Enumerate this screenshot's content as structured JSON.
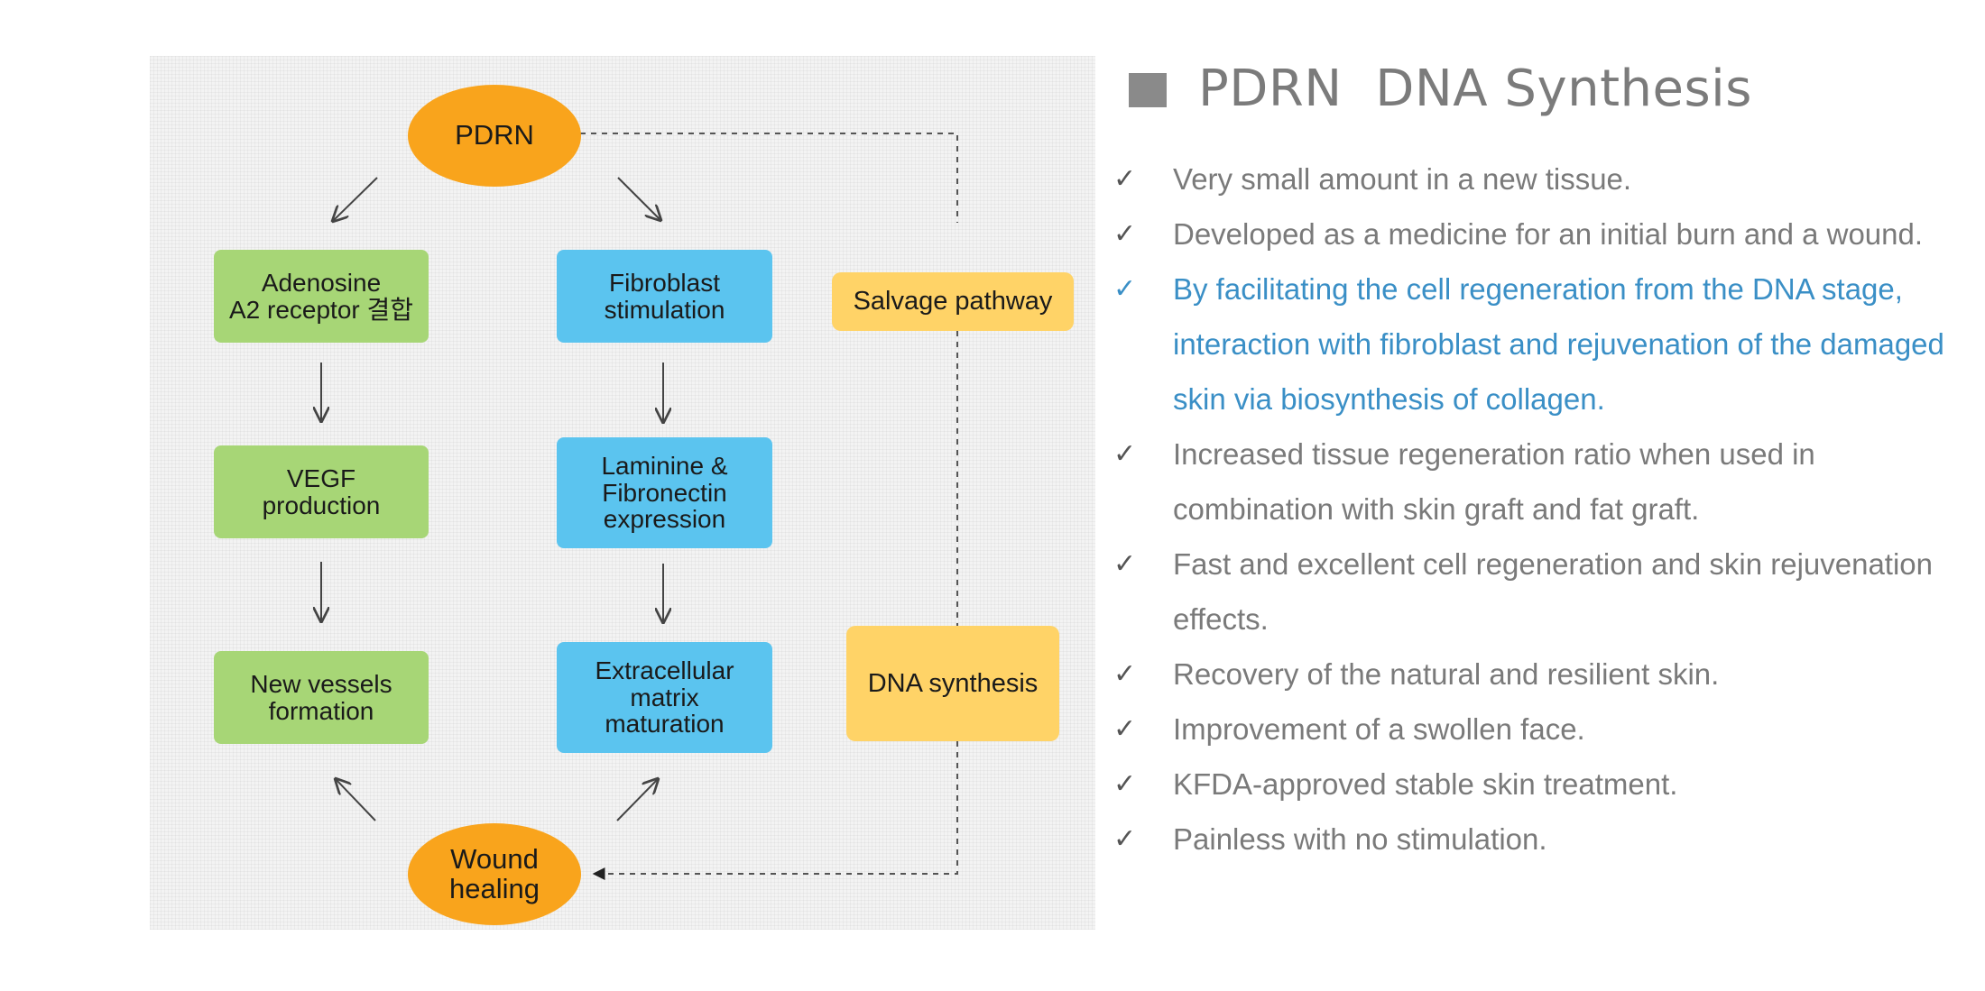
{
  "diagram": {
    "nodes": {
      "pdrn": "PDRN",
      "adenosine": "Adenosine\nA2 receptor 결합",
      "fibroblast": "Fibroblast\nstimulation",
      "salvage": "Salvage pathway",
      "vegf": "VEGF\nproduction",
      "laminine": "Laminine &\nFibronectin\nexpression",
      "new_vessels": "New vessels\nformation",
      "extracellular": "Extracellular\nmatrix\nmaturation",
      "dna_synthesis": "DNA synthesis",
      "wound_healing": "Wound\nhealing"
    },
    "colors": {
      "green": "#a7d676",
      "blue": "#5bc4ef",
      "yellow": "#ffd367",
      "orange": "#f9a41c"
    }
  },
  "panel": {
    "title": "PDRN  DNA Synthesis",
    "check_icon": "✓",
    "bullets": [
      {
        "text": "Very small amount in a new tissue.",
        "highlight": false
      },
      {
        "text": "Developed as a medicine for an initial burn and a wound.",
        "highlight": false
      },
      {
        "text": "By facilitating the cell regeneration from the DNA stage, interaction with fibroblast  and rejuvenation of the damaged skin via biosynthesis of collagen.",
        "highlight": true
      },
      {
        "text": "Increased tissue regeneration ratio when used in combination with skin graft and fat graft.",
        "highlight": false
      },
      {
        "text": "Fast and excellent cell regeneration and skin rejuvenation effects.",
        "highlight": false
      },
      {
        "text": "Recovery of the natural and resilient skin.",
        "highlight": false
      },
      {
        "text": "Improvement of a swollen face.",
        "highlight": false
      },
      {
        "text": "KFDA-approved stable skin treatment.",
        "highlight": false
      },
      {
        "text": "Painless with no stimulation.",
        "highlight": false
      }
    ],
    "highlight_color": "#3a8fc6"
  }
}
